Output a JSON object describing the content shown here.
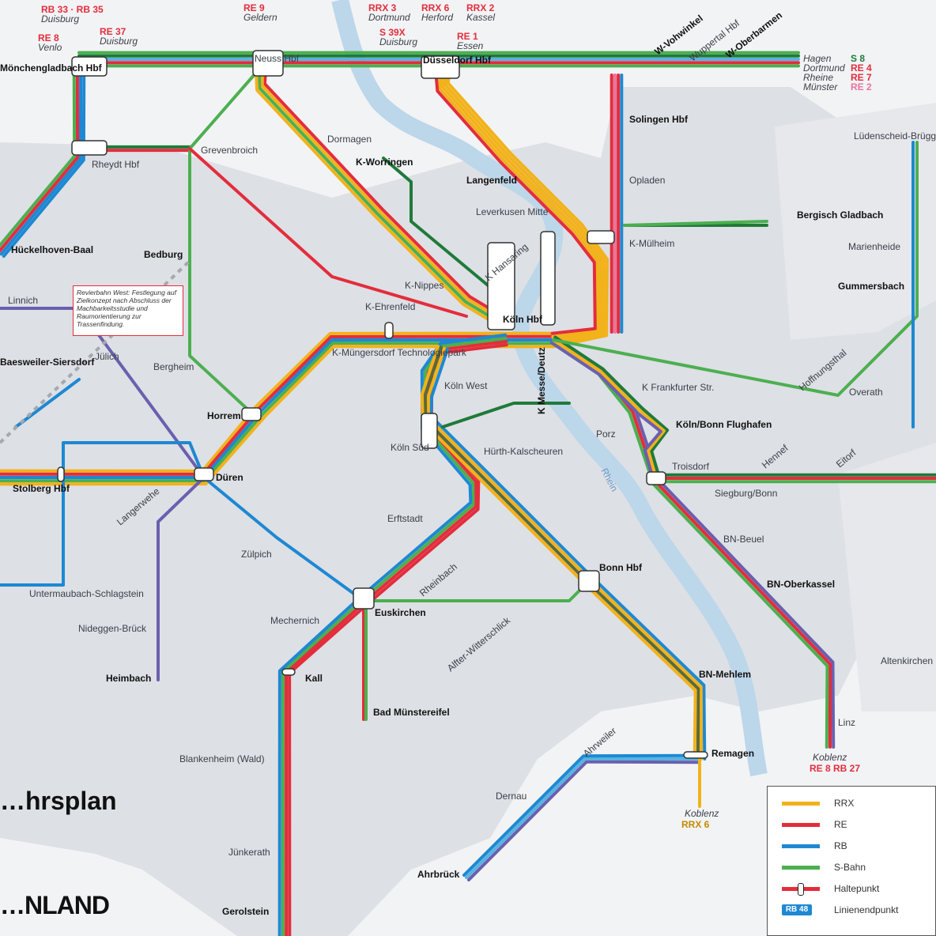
{
  "map_title": "…hrsplan",
  "brand": "…NLAND",
  "river_labels": [
    "Rhein"
  ],
  "line_colors": {
    "RRX": "#f2b21b",
    "RE": "#e32d3c",
    "RB": "#1e88d2",
    "S": "#4caf50",
    "S_dark": "#1f7a3a",
    "RB27": "#6b5fae",
    "RE2": "#e9739c",
    "S17": "#5a6a3a",
    "RB41": "#58b3e0"
  },
  "legend": [
    {
      "label": "RRX",
      "color": "#f2b21b",
      "icon": "line-swatch"
    },
    {
      "label": "RE",
      "color": "#e32d3c",
      "icon": "line-swatch"
    },
    {
      "label": "RB",
      "color": "#1e88d2",
      "icon": "line-swatch"
    },
    {
      "label": "S-Bahn",
      "color": "#4caf50",
      "icon": "line-swatch"
    },
    {
      "label": "Haltepunkt",
      "color": "#e32d3c",
      "icon": "stop-marker"
    },
    {
      "label": "Linienendpunkt",
      "color": "#1e88d2",
      "icon": "end-badge",
      "badge": "RB 48"
    }
  ],
  "note": "Revierbahn West: Festlegung auf Zielkonzept nach Abschluss der Machbarkeitsstudie und Raumorientierung zur Trassenfindung.",
  "stations": [
    "Düsseldorf Hbf",
    "Neuss Hbf",
    "Köln Hbf",
    "K Messe/Deutz",
    "Köln West",
    "Köln Süd",
    "Hürth-Kalscheuren",
    "Erftstadt",
    "Euskirchen",
    "Bonn Hbf",
    "BN-Beuel",
    "BN-Oberkassel",
    "BN-Mehlem",
    "Remagen",
    "Linz",
    "Düren",
    "Horrem",
    "Bergheim",
    "Bedburg",
    "Grevenbroich",
    "Rheydt Hbf",
    "Mönchengladbach Hbf",
    "Langenfeld",
    "Leverkusen Mitte",
    "K-Mülheim",
    "Opladen",
    "Solingen Hbf",
    "Bergisch Gladbach",
    "Gummersbach",
    "Marienheide",
    "Overath",
    "Hoffnungsthal",
    "Troisdorf",
    "Siegburg/Bonn",
    "Hennef",
    "Eitorf",
    "Köln/Bonn Flughafen",
    "Porz",
    "K Frankfurter Str.",
    "K-Nippes",
    "K Hansaring",
    "K-Ehrenfeld",
    "K-Müngersdorf Technologiepark",
    "K-Worringen",
    "Dormagen",
    "Zülpich",
    "Mechernich",
    "Kall",
    "Blankenheim (Wald)",
    "Jünkerath",
    "Gerolstein",
    "Bad Münstereifel",
    "Rheinbach",
    "Ahrbrück",
    "Dernau",
    "Ahrweiler",
    "Alfter-Witterschlick",
    "Stolberg Hbf",
    "Jülich",
    "Hückelhoven-Baal",
    "Linnich",
    "Untermaubach-Schlagstein",
    "Nideggen-Brück",
    "Heimbach",
    "Altenkirchen",
    "Lüdenscheid-Brügge",
    "W-Vohwinkel",
    "W-Oberbarmen",
    "Wuppertal Hbf",
    "Langerwehe",
    "Baesweiler-Siersdorf"
  ],
  "destinations_top": [
    {
      "lines": "RB 33 · RB 35",
      "place": "Duisburg"
    },
    {
      "lines": "RE 8",
      "place": "Venlo"
    },
    {
      "lines": "RE 37",
      "place": "Duisburg"
    },
    {
      "lines": "RE 9",
      "place": "Geldern"
    },
    {
      "lines": "RRX 3",
      "place": "Dortmund"
    },
    {
      "lines": "RRX 6",
      "place": "Herford"
    },
    {
      "lines": "RRX 2",
      "place": "Kassel"
    },
    {
      "lines": "RE 1",
      "place": "Essen"
    },
    {
      "lines": "S 39X",
      "place": "Duisburg"
    }
  ],
  "destinations_right": [
    {
      "place": "Hagen",
      "line": "S 8"
    },
    {
      "place": "Dortmund",
      "line": "RE 4"
    },
    {
      "place": "Rheine",
      "line": "RE 7"
    },
    {
      "place": "Münster",
      "line": "RE 2"
    }
  ],
  "destinations_bottom": [
    {
      "place": "Koblenz",
      "lines": "RE 8 RB 27"
    },
    {
      "place": "Koblenz",
      "lines": "RRX 6"
    }
  ]
}
